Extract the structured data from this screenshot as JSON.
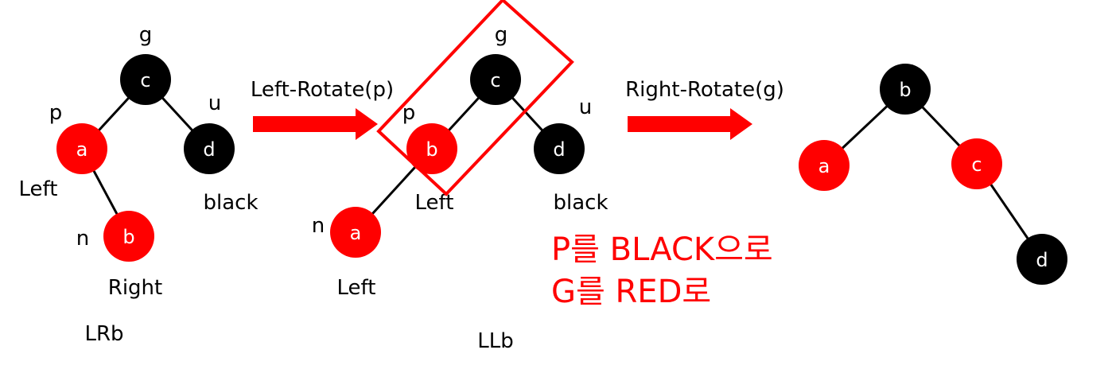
{
  "colors": {
    "red_node": "#ff0000",
    "black_node": "#000000",
    "arrow": "#ff0000",
    "highlight": "#ff0000",
    "note": "#ff0000"
  },
  "tree1": {
    "nodes": {
      "c": {
        "label": "c",
        "color": "black"
      },
      "a": {
        "label": "a",
        "color": "red"
      },
      "d": {
        "label": "d",
        "color": "black"
      },
      "b": {
        "label": "b",
        "color": "red"
      }
    },
    "labels": {
      "g": "g",
      "p": "p",
      "u": "u",
      "n": "n",
      "left": "Left",
      "black": "black",
      "right": "Right",
      "case": "LRb"
    }
  },
  "step1": {
    "label": "Left-Rotate(p)"
  },
  "tree2": {
    "nodes": {
      "c": {
        "label": "c",
        "color": "black"
      },
      "b": {
        "label": "b",
        "color": "red"
      },
      "d": {
        "label": "d",
        "color": "black"
      },
      "a": {
        "label": "a",
        "color": "red"
      }
    },
    "labels": {
      "g": "g",
      "p": "p",
      "u": "u",
      "n": "n",
      "left_mid": "Left",
      "black": "black",
      "left_bottom": "Left",
      "case": "LLb"
    }
  },
  "step2": {
    "label": "Right-Rotate(g)"
  },
  "tree3": {
    "nodes": {
      "b": {
        "label": "b",
        "color": "black"
      },
      "a": {
        "label": "a",
        "color": "red"
      },
      "c": {
        "label": "c",
        "color": "red"
      },
      "d": {
        "label": "d",
        "color": "black"
      }
    }
  },
  "notes": {
    "line1": "P를 BLACK으로",
    "line2": "G를 RED로"
  }
}
